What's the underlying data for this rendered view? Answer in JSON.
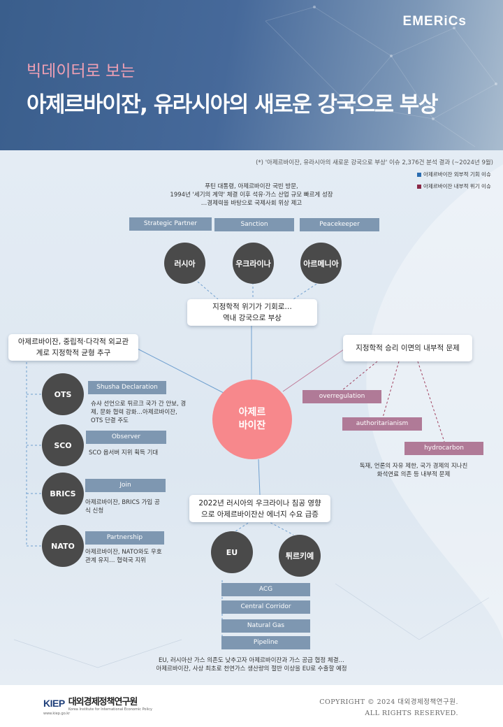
{
  "header": {
    "logo": "EMERiCs",
    "subtitle": "빅데이터로 보는",
    "title": "아제르바이잔, 유라시아의 새로운 강국으로 부상"
  },
  "source_note": "(*) '아제르바이잔, 유라시아의 새로운 강국으로 부상' 이슈 2,376건 분석 결과 (~2024년 9월)",
  "legend": [
    {
      "label": "아제르바이잔 외부적 기회 이슈",
      "color": "#2a6cb0"
    },
    {
      "label": "아제르바이잔 내부적 위기 이슈",
      "color": "#8a2846"
    }
  ],
  "intro": [
    "푸틴 대통령, 아제르바이잔 국빈 방문,",
    "1994년 '세기의 계약' 체결 이후 석유·가스 산업 규모 빠르게 성장",
    "…경제력을 바탕으로 국제사회 위상 제고"
  ],
  "top_tags": [
    "Strategic Partner",
    "Sanction",
    "Peacekeeper"
  ],
  "top_circles": [
    "러시아",
    "우크라이나",
    "아르메니아"
  ],
  "top_box": [
    "지정학적 위기가 기회로…",
    "역내 강국으로 부상"
  ],
  "center": [
    "아제르",
    "바이잔"
  ],
  "left_box": [
    "아제르바이잔, 중립적·다각적 외교관",
    "계로 지정학적 균형 추구"
  ],
  "left_items": [
    {
      "circle": "OTS",
      "tag": "Shusha Declaration",
      "desc": [
        "슈샤 선언으로 튀르크 국가 간 안보, 경",
        "제, 문화 협력 강화…아제르바이잔,",
        "OTS 단결 주도"
      ]
    },
    {
      "circle": "SCO",
      "tag": "Observer",
      "desc": [
        "SCO 옵서버 지위 획득 기대"
      ]
    },
    {
      "circle": "BRICS",
      "tag": "Join",
      "desc": [
        "아제르바이잔, BRICS 가입 공",
        "식 신청"
      ]
    },
    {
      "circle": "NATO",
      "tag": "Partnership",
      "desc": [
        "아제르바이잔, NATO와도 우호",
        "관계 유지… 협력국 지위"
      ]
    }
  ],
  "right_box": "지정학적 승리 이면의 내부적 문제",
  "right_tags": [
    "overregulation",
    "authoritarianism",
    "hydrocarbon"
  ],
  "right_desc": [
    "독재, 언론의 자유 제한, 국가 경제의 지나친",
    "화석연료 의존 등 내부적 문제"
  ],
  "bottom_box": [
    "2022년 러시아의 우크라이나 침공 영향",
    "으로 아제르바이잔산 에너지 수요 급증"
  ],
  "bottom_circles": [
    "EU",
    "튀르키예"
  ],
  "bottom_tags": [
    "ACG",
    "Central Corridor",
    "Natural Gas",
    "Pipeline"
  ],
  "bottom_desc": [
    "EU, 러시아산 가스 의존도 낮추고자 아제르바이잔과 가스 공급 협정 체결…",
    "아제르바이잔, 사상 최초로 천연가스 생산량의 절반 이상을 EU로 수출할 예정"
  ],
  "footer": {
    "kiep_logo": "KIEP",
    "kiep_ko": "대외경제정책연구원",
    "kiep_en": "Korea Institute for International Economic Policy",
    "kiep_url": "www.kiep.go.kr",
    "copyright": [
      "COPYRIGHT © 2024 대외경제정책연구원.",
      "ALL RIGHTS RESERVED."
    ]
  }
}
